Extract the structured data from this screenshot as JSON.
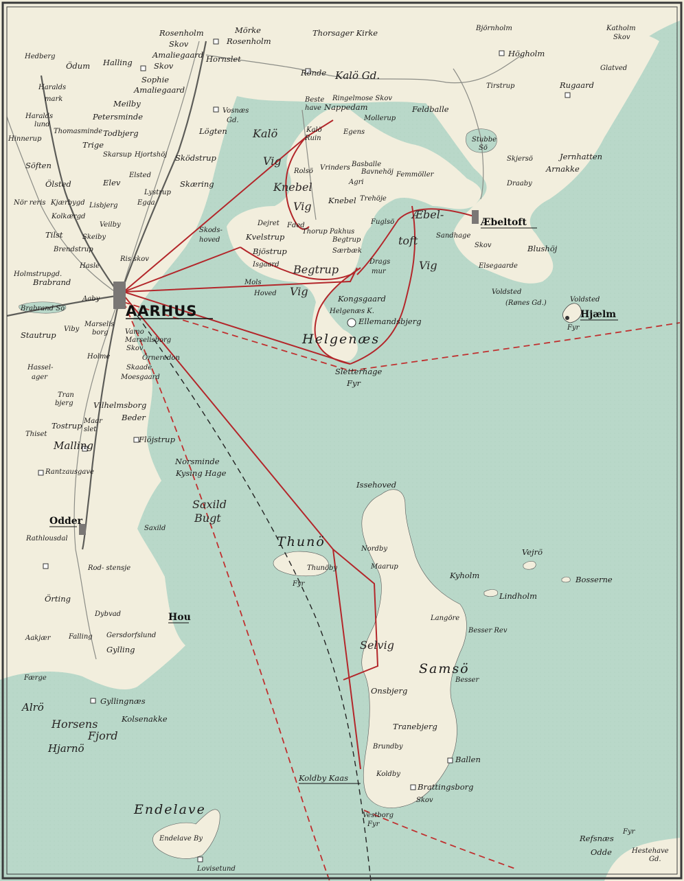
{
  "colors": {
    "land": "#f2eedd",
    "sea": "#b9d8c9",
    "route": "#b3262a",
    "border": "#3a3a3a"
  },
  "labels": {
    "aarhus": "AARHUS",
    "aebeltoft": "Æbeltoft",
    "odder": "Odder",
    "hou": "Hou",
    "hjaelm": "Hjælm",
    "kalo_vig_1": "Kalö",
    "kalo_vig_2": "Vig",
    "knebel_vig_1": "Knebel",
    "knebel_vig_2": "Vig",
    "begtrup_vig_1": "Begtrup",
    "begtrup_vig_2": "Vig",
    "aebeltoft_vig_1": "Æbel-",
    "aebeltoft_vig_2": "toft",
    "aebeltoft_vig_3": "Vig",
    "helgenaes": "Helgenæs",
    "samso": "Samsö",
    "thuno": "Thunö",
    "selvig": "Selvig",
    "endelave": "Endelave",
    "horsens_fjord_1": "Horsens",
    "horsens_fjord_2": "Fjord",
    "hjarno": "Hjarnö",
    "alro": "Alrö",
    "saxild_bugt_1": "Saxild",
    "saxild_bugt_2": "Bugt",
    "kalo_gd": "Kalö Gd.",
    "ronde": "Rönde",
    "thorsager": "Thorsager Kirke",
    "morke": "Mörke",
    "rosenholm": "Rosenholm",
    "rosenholm_skov_1": "Rosenholm",
    "rosenholm_skov_2": "Skov",
    "amaliegaard_skov_1": "Amaliegaard",
    "amaliegaard_skov_2": "Skov",
    "sophie_amaliegaard_1": "Sophie",
    "sophie_amaliegaard_2": "Amaliegaard",
    "hornslet": "Hornslet",
    "hedberg": "Hedberg",
    "odum": "Ödum",
    "halling": "Halling",
    "haralds_mark_1": "Haralds",
    "haralds_mark_2": "mark",
    "meilby": "Meilby",
    "petersminde": "Petersminde",
    "haraldslund_1": "Haralds",
    "haraldslund_2": "lund",
    "thomasminde": "Thomasminde",
    "todbjerg": "Todbjerg",
    "hinnerup": "Hinnerup",
    "trige": "Trige",
    "skarsup": "Skarsup",
    "hjortshoj": "Hjortshöj",
    "elsted": "Elsted",
    "soften": "Söften",
    "elev": "Elev",
    "olsted": "Ölsted",
    "lystrup": "Lystrup",
    "egaa": "Egaa",
    "norreris": "Nör reris",
    "kjaerbygd": "Kjærbygd",
    "lisbjerg": "Lisbjerg",
    "kolkaergd": "Kolkærgd",
    "veilby": "Veilby",
    "tilst": "Tilst",
    "skeiby": "Skeiby",
    "brendstrup": "Brendstrup",
    "risskov": "Ris skov",
    "hasle": "Hasle",
    "holmstrupgd": "Holmstrupgd.",
    "brabrand": "Brabrand",
    "brabrand_so": "Brabrand Sö",
    "aaby": "Aaby",
    "vosnaes_gd_1": "Vosnæs",
    "vosnaes_gd_2": "Gd.",
    "logten": "Lögten",
    "skodstrup": "Sködstrup",
    "skaering": "Skæring",
    "skodshoved_1": "Skods-",
    "skodshoved_2": "hoved",
    "dejret": "Dejret",
    "foed": "Fded",
    "kvelstrup": "Kvelstrup",
    "bjostrup": "Bjöstrup",
    "isgaard": "Isgaard",
    "mols_hoved_1": "Mols",
    "mols_hoved_2": "Hoved",
    "rolso": "Rolsö",
    "vrinders": "Vrinders",
    "basballe": "Basballe",
    "bavnehoj": "Bavnehöj",
    "femmoller": "Femmöller",
    "agri": "Agri",
    "trehoje": "Trehöje",
    "knebel": "Knebel",
    "thorup": "Thorup",
    "pakhus": "Pakhus",
    "fuglso": "Fuglsö",
    "begtrup": "Begtrup",
    "saerbaek": "Særbæk",
    "dragsmur_1": "Drags",
    "dragsmur_2": "mur",
    "kongsgaard": "Kongsgaard",
    "helgenaes_k": "Helgenæs K.",
    "ellemandsbjerg": "Ellemandsbjerg",
    "sletterhage_1": "Sletterhage",
    "sletterhage_2": "Fyr",
    "kalo_ruin_1": "Kalö",
    "kalo_ruin_2": "Ruin",
    "nappedam": "Nappedam",
    "egens": "Egens",
    "mollerup": "Mollerup",
    "feldballe": "Feldballe",
    "ringelmose": "Ringelmose Skov",
    "bestehave_1": "Beste",
    "bestehave_2": "have",
    "bjornholm": "Björnholm",
    "hogholm": "Högholm",
    "tirstrup": "Tirstrup",
    "katholm_1": "Katholm",
    "katholm_2": "Skov",
    "glatved": "Glatved",
    "rugaard": "Rugaard",
    "stubbe_1": "Stubbe",
    "stubbe_2": "Sö",
    "skjerso": "Skjersö",
    "draaby": "Draaby",
    "jernhatten": "Jernhatten",
    "arnakke": "Arnakke",
    "sandhage": "Sandhage",
    "skov": "Skov",
    "blushoj": "Blushöj",
    "elsegaarde": "Elsegaarde",
    "voldsted_1": "Voldsted",
    "voldsted_2": "(Rønes Gd.)",
    "voldsted_hj": "Voldsted",
    "fyr": "Fyr",
    "viby": "Viby",
    "marselisborg_1": "Marselis",
    "marselisborg_2": "borg",
    "stautrup": "Stautrup",
    "vamo": "Vamo",
    "marselisborg_skov_1": "Marselisborg",
    "marselisborg_skov_2": "Skov",
    "ornereden": "Örneredon",
    "skaade": "Skaade",
    "moesgaard": "Moesgaard",
    "holme": "Holme",
    "hasselager_1": "Hassel-",
    "hasselager_2": "ager",
    "tranbjerg_1": "Tran",
    "tranbjerg_2": "bjerg",
    "vilhelmsborg": "Vilhelmsborg",
    "beder": "Beder",
    "maarslet_1": "Maar",
    "maarslet_2": "slet",
    "tostrup": "Tostrup",
    "thiset": "Thiset",
    "malling": "Malling",
    "flojstrup": "Flöjstrup",
    "norsminde": "Norsminde",
    "kysing_hage": "Kysing Hage",
    "rantzausgave": "Rantzausgave",
    "rathlousdal": "Rathlousdal",
    "saxild": "Saxild",
    "rodstensje": "Rod- stensje",
    "orting": "Örting",
    "dybvad": "Dybvad",
    "aakjaer": "Aakjær",
    "falling": "Falling",
    "gersdorfslund": "Gersdorfslund",
    "gylling": "Gylling",
    "faerge": "Færge",
    "gyllingnaes": "Gyllingnæs",
    "kolsenakke": "Kolsenakke",
    "endelave_by": "Endelave By",
    "lovisetund": "Lovisetund",
    "issehoved": "Issehoved",
    "nordby": "Nordby",
    "maarup": "Maarup",
    "langoe": "Langöre",
    "onsbjerg": "Onsbjerg",
    "besser": "Besser",
    "besser_rev": "Besser Rev",
    "tranebjerg": "Tranebjerg",
    "brundby": "Brundby",
    "ballen": "Ballen",
    "koldby": "Koldby",
    "brattingsborg": "Brattingsborg",
    "brattingsborg_skov": "Skov",
    "koldby_kaas": "Koldby Kaas",
    "vestborg_1": "Vestborg",
    "vestborg_2": "Fyr",
    "thuno_by": "Thunöby",
    "thuno_fyr": "Fyr",
    "vejro": "Vejrö",
    "kyholm": "Kyholm",
    "lindholm": "Lindholm",
    "bosserne": "Bosserne",
    "refsnaes_1": "Refsnæs",
    "refsnaes_2": "Odde",
    "hestehave_1": "Hestehave",
    "hestehave_2": "Gd.",
    "fyr_ref": "Fyr"
  }
}
